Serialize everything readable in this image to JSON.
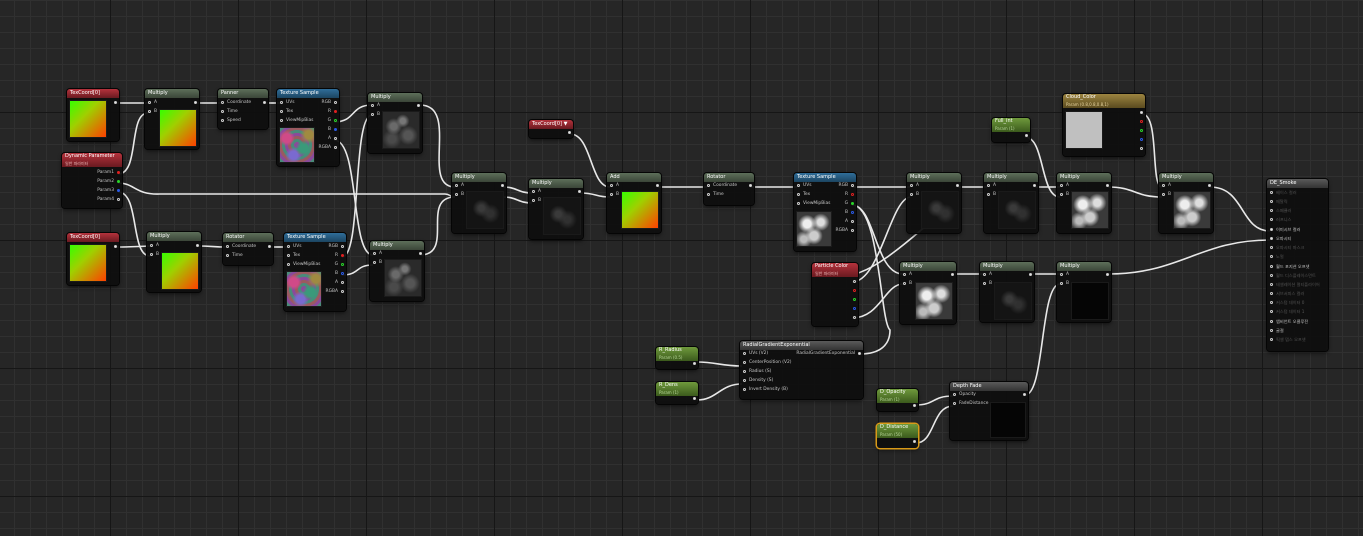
{
  "colors": {
    "grid_bg": "#262626",
    "wire": "#e8e8e8",
    "selection": "#d99a18"
  },
  "nodes": {
    "texcoord1": {
      "title": "TexCoord[0]"
    },
    "multiply1": {
      "title": "Multiply",
      "a": "A",
      "b": "B"
    },
    "panner": {
      "title": "Panner",
      "coordinate": "Coordinate",
      "time": "Time",
      "speed": "Speed"
    },
    "texsample1": {
      "title": "Texture Sample",
      "uvs": "UVs",
      "tex": "Tex",
      "viewmip": "ViewMipBias",
      "rgb": "RGB",
      "r": "R",
      "g": "G",
      "b": "B",
      "a": "A",
      "rgba": "RGBA"
    },
    "multiply2": {
      "title": "Multiply",
      "a": "A",
      "b": "B"
    },
    "dynparam": {
      "title": "Dynamic Parameter",
      "subtitle": "일반 파라미터",
      "p1": "Param1",
      "p2": "Param2",
      "p3": "Param3",
      "p4": "Param4"
    },
    "texcoord2": {
      "title": "TexCoord[0]"
    },
    "multiply3": {
      "title": "Multiply",
      "a": "A",
      "b": "B"
    },
    "rotator1": {
      "title": "Rotator",
      "coordinate": "Coordinate",
      "time": "Time"
    },
    "texsample2": {
      "title": "Texture Sample",
      "uvs": "UVs",
      "tex": "Tex",
      "viewmip": "ViewMipBias",
      "rgb": "RGB",
      "r": "R",
      "g": "G",
      "b": "B",
      "a": "A",
      "rgba": "RGBA"
    },
    "multiply4": {
      "title": "Multiply",
      "a": "A",
      "b": "B"
    },
    "multiply5": {
      "title": "Multiply",
      "a": "A",
      "b": "B"
    },
    "multiply6": {
      "title": "Multiply",
      "a": "A",
      "b": "B"
    },
    "texcoord3": {
      "title": "TexCoord[0]"
    },
    "add": {
      "title": "Add",
      "a": "A",
      "b": "B"
    },
    "rotator2": {
      "title": "Rotator",
      "coordinate": "Coordinate",
      "time": "Time"
    },
    "texsample3": {
      "title": "Texture Sample",
      "uvs": "UVs",
      "tex": "Tex",
      "viewmip": "ViewMipBias",
      "rgb": "RGB",
      "r": "R",
      "g": "G",
      "b": "B",
      "a": "A",
      "rgba": "RGBA"
    },
    "particlecolor": {
      "title": "Particle Color",
      "subtitle": "일반 파라미터"
    },
    "multiply7": {
      "title": "Multiply",
      "a": "A",
      "b": "B"
    },
    "multiply8": {
      "title": "Multiply",
      "a": "A",
      "b": "B"
    },
    "fullint": {
      "title": "Full_int",
      "subtitle": "Param (1)"
    },
    "multiply9": {
      "title": "Multiply",
      "a": "A",
      "b": "B"
    },
    "cloudcolor": {
      "title": "Cloud_Color",
      "subtitle": "Param (0.8,0.8,0.8,1)"
    },
    "multiply10": {
      "title": "Multiply",
      "a": "A",
      "b": "B"
    },
    "multiply11": {
      "title": "Multiply",
      "a": "A",
      "b": "B"
    },
    "multiply12": {
      "title": "Multiply",
      "a": "A",
      "b": "B"
    },
    "multiply13": {
      "title": "Multiply",
      "a": "A",
      "b": "B"
    },
    "rradius": {
      "title": "R_Radius",
      "subtitle": "Param (0.5)"
    },
    "rdens": {
      "title": "R_Dens",
      "subtitle": "Param (1)"
    },
    "radial": {
      "title": "RadialGradientExponential",
      "uvs": "UVs (V2)",
      "center": "CenterPosition (V2)",
      "radius": "Radius (S)",
      "density": "Density (S)",
      "invert": "Invert Density (B)",
      "out": "RadialGradientExponential"
    },
    "dopacity": {
      "title": "D_Opacity",
      "subtitle": "Param (1)"
    },
    "ddistance": {
      "title": "D_Distance",
      "subtitle": "Param (50)"
    },
    "depthfade": {
      "title": "Depth Fade",
      "opacity": "Opacity",
      "fadedistance": "FadeDistance"
    },
    "result": {
      "title": "DE_Smoke",
      "pins": [
        "베이스 컬러",
        "메탈릭",
        "스페큘러",
        "러프니스",
        "이미시브 컬러",
        "오파시티",
        "오파시티 마스크",
        "노멀",
        "월드 포지션 오프셋",
        "월드 디스플레이스먼트",
        "테셀레이션 멀티플라이어",
        "서브서피스 컬러",
        "커스텀 데이터 0",
        "커스텀 데이터 1",
        "앰비언트 오클루전",
        "굴절",
        "픽셀 뎁스 오프셋"
      ]
    }
  }
}
